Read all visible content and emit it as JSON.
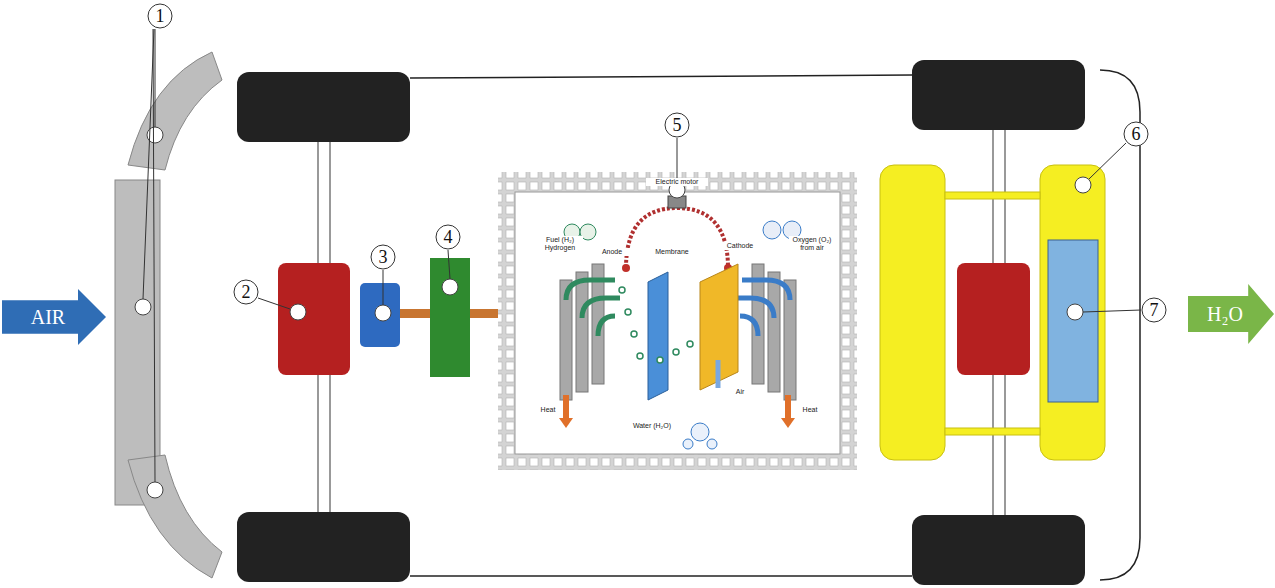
{
  "diagram": {
    "nodes": [
      {
        "text": [
          "AIR"
        ]
      },
      {
        "text": [
          "1"
        ]
      },
      {
        "text": [
          "2"
        ]
      },
      {
        "text": [
          "3"
        ]
      },
      {
        "text": [
          "4"
        ]
      },
      {
        "text": [
          "5"
        ]
      },
      {
        "text": [
          "6"
        ]
      },
      {
        "text": [
          "7"
        ]
      },
      {
        "text": [
          "H₂O"
        ]
      }
    ],
    "labels": [
      "Electric motor",
      "Fuel (H₂) Hydrogen",
      "Anode",
      "Membrane",
      "Cathode",
      "Oxygen (O₂) from air",
      "Heat",
      "Water (H₂O)",
      "Air",
      "Heat"
    ]
  }
}
